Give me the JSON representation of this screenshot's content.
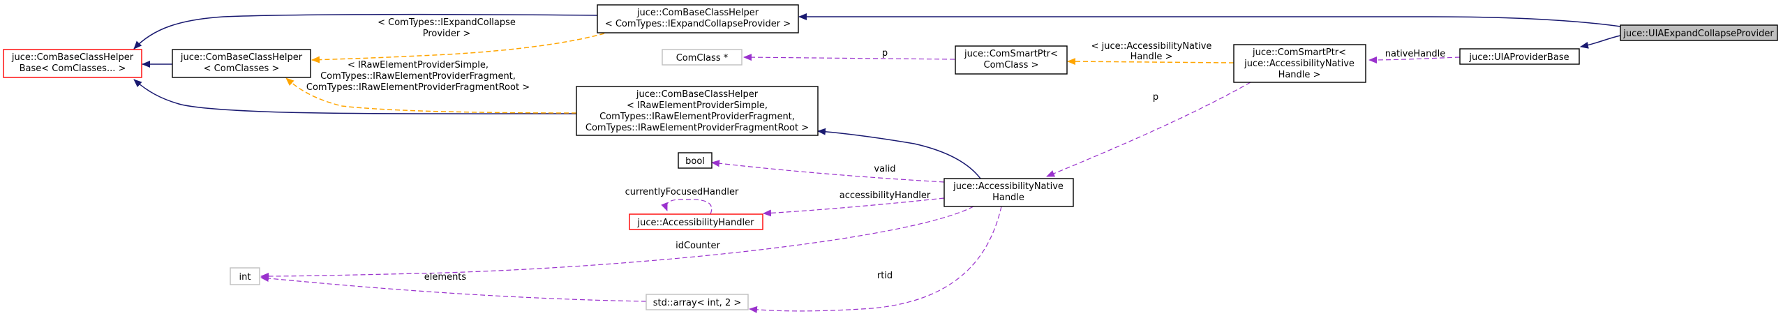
{
  "colors": {
    "highlight_fill": "#bfbfbf",
    "normal_border": "#000000",
    "incomplete_border": "#ff0000",
    "external_border": "#bfbfbf",
    "inheritance_edge": "#191970",
    "template_edge": "#ffa500",
    "usage_edge": "#9a32cd"
  },
  "nodes": {
    "uia_expand": {
      "lines": [
        "juce::UIAExpandCollapseProvider"
      ],
      "kind": "highlight"
    },
    "uia_provider_base": {
      "lines": [
        "juce::UIAProviderBase"
      ],
      "kind": "normal"
    },
    "com_base_expand": {
      "lines": [
        "juce::ComBaseClassHelper",
        "< ComTypes::IExpandCollapseProvider >"
      ],
      "kind": "normal"
    },
    "com_base_base": {
      "lines": [
        "juce::ComBaseClassHelper",
        "Base< ComClasses... >"
      ],
      "kind": "incomplete"
    },
    "com_base_classes": {
      "lines": [
        "juce::ComBaseClassHelper",
        "< ComClasses >"
      ],
      "kind": "normal"
    },
    "com_base_raw": {
      "lines": [
        "juce::ComBaseClassHelper",
        "< IRawElementProviderSimple,",
        "ComTypes::IRawElementProviderFragment,",
        "ComTypes::IRawElementProviderFragmentRoot >"
      ],
      "kind": "normal"
    },
    "com_class_ptr": {
      "lines": [
        "ComClass *"
      ],
      "kind": "external"
    },
    "com_smart_ptr_class": {
      "lines": [
        "juce::ComSmartPtr<",
        "ComClass >"
      ],
      "kind": "normal"
    },
    "com_smart_ptr_handle": {
      "lines": [
        "juce::ComSmartPtr<",
        "juce::AccessibilityNative",
        "Handle >"
      ],
      "kind": "normal"
    },
    "bool": {
      "lines": [
        "bool"
      ],
      "kind": "normal"
    },
    "accessibility_native": {
      "lines": [
        "juce::AccessibilityNative",
        "Handle"
      ],
      "kind": "normal"
    },
    "accessibility_handler": {
      "lines": [
        "juce::AccessibilityHandler"
      ],
      "kind": "incomplete"
    },
    "int": {
      "lines": [
        "int"
      ],
      "kind": "external"
    },
    "std_array": {
      "lines": [
        "std::array< int, 2 >"
      ],
      "kind": "external"
    }
  },
  "edge_labels": {
    "expand_template": [
      "< ComTypes::IExpandCollapse",
      "Provider >"
    ],
    "raw_template": [
      "< IRawElementProviderSimple,",
      "ComTypes::IRawElementProviderFragment,",
      "ComTypes::IRawElementProviderFragmentRoot >"
    ],
    "smart_ptr_template": [
      "< juce::AccessibilityNative",
      "Handle >"
    ],
    "p_comclass": "p",
    "native_handle": "nativeHandle",
    "p_native": "p",
    "valid": "valid",
    "accessibility_handler": "accessibilityHandler",
    "currently_focused": "currentlyFocusedHandler",
    "id_counter": "idCounter",
    "elements": "elements",
    "rtid": "rtid"
  }
}
